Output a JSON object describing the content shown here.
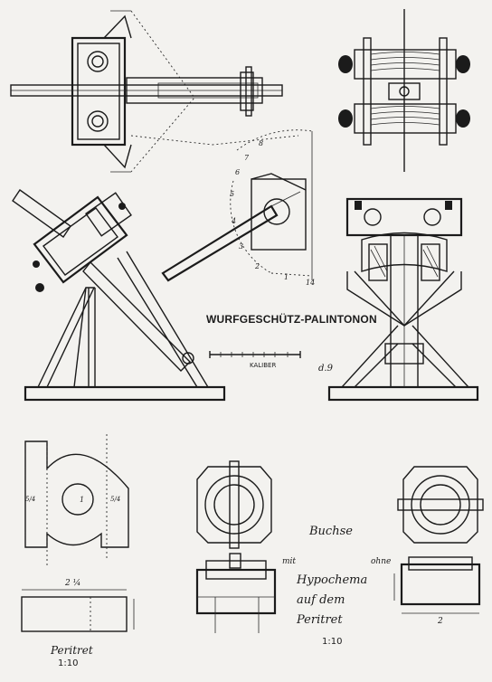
{
  "title": "WURFGESCHÜTZ-PALINTONON",
  "scale_bar": {
    "label": "KALIBER",
    "signature": "d.9"
  },
  "peritret": {
    "dimension": "2 ¼",
    "label": "Peritret",
    "scale": "1:10"
  },
  "buchse": {
    "title": "Buchse",
    "mit": "mit",
    "ohne": "ohne",
    "line2": "Hypochema",
    "line3": "auf dem",
    "line4": "Peritret",
    "scale": "1:10",
    "dimension": "2"
  },
  "arc_numbers": [
    "8",
    "7",
    "6",
    "5",
    "4",
    "3",
    "2",
    "1",
    "14"
  ],
  "marks": {
    "center": "1",
    "left": "5/4",
    "right": "5/4"
  }
}
